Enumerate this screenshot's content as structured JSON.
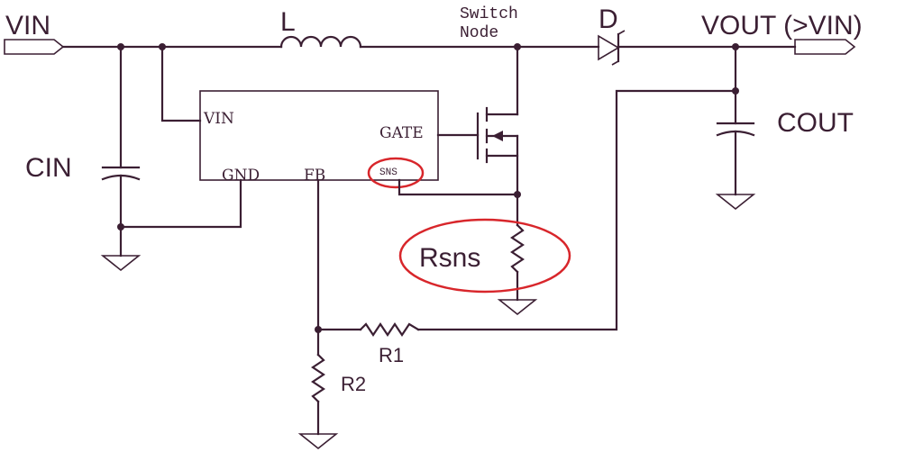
{
  "colors": {
    "wire": "#3b1f33",
    "ring": "#d8262b",
    "background": "#ffffff"
  },
  "labels": {
    "vin": "VIN",
    "inductor": "L",
    "switch_node_1": "Switch",
    "switch_node_2": "Node",
    "diode": "D",
    "vout": "VOUT (>VIN)",
    "cout": "COUT",
    "cin": "CIN",
    "rsns": "Rsns",
    "r1": "R1",
    "r2": "R2"
  },
  "ic_pins": {
    "vin": "VIN",
    "gate": "GATE",
    "gnd": "GND",
    "fb": "FB",
    "sns": "SNS"
  }
}
